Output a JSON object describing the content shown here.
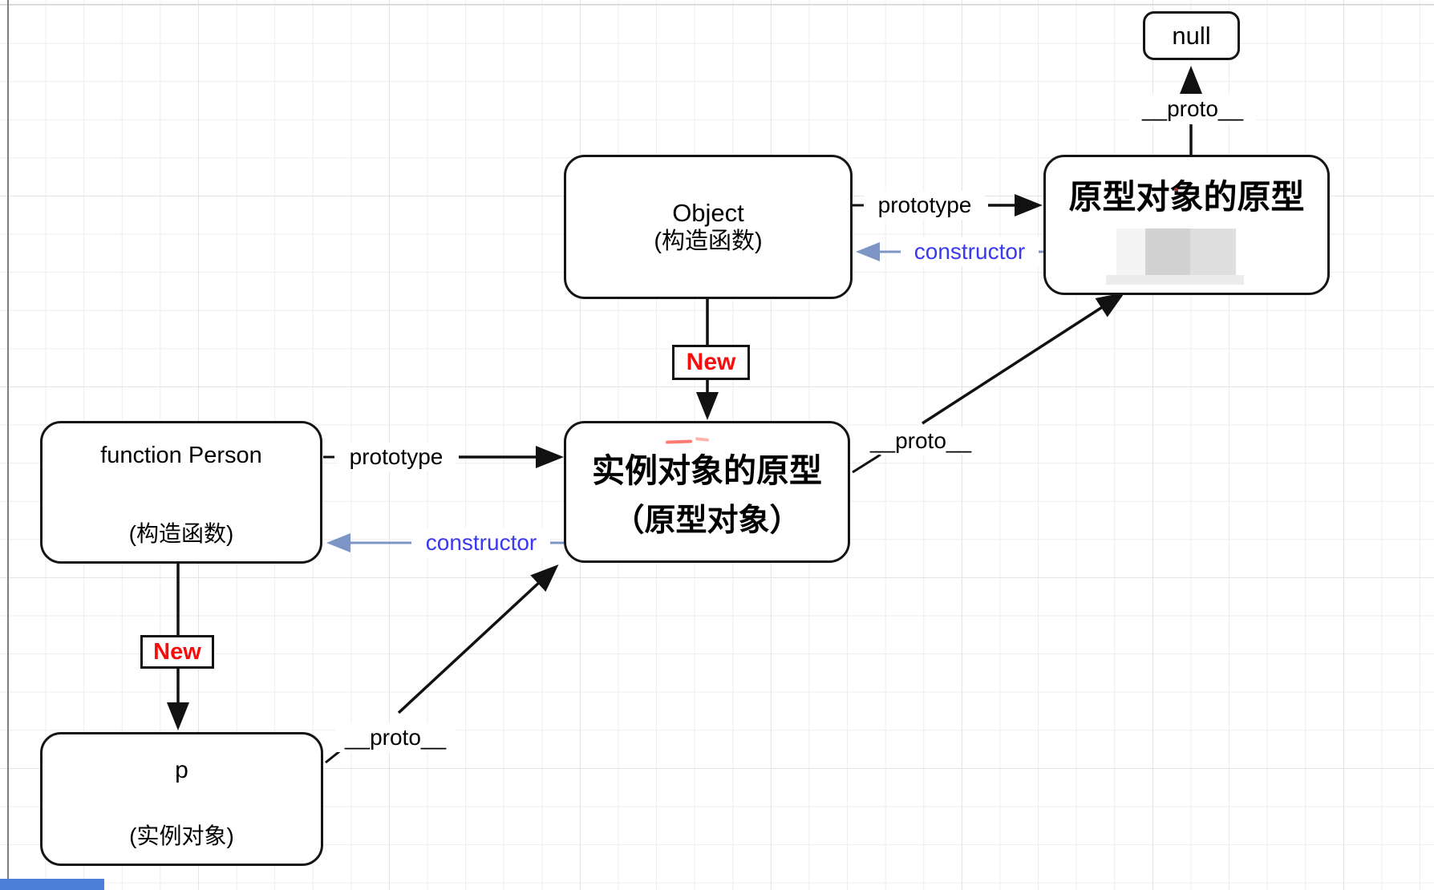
{
  "nodes": {
    "null_box": {
      "label": "null"
    },
    "prototype_of_prototype": {
      "title": "原型对象的原型"
    },
    "object_box": {
      "name": "Object",
      "subtitle": "(构造函数)"
    },
    "function_person": {
      "name": "function Person",
      "subtitle": "(构造函数)"
    },
    "instance_prototype": {
      "line1": "实例对象的原型",
      "line2": "（原型对象）"
    },
    "p_box": {
      "name": "p",
      "subtitle": "(实例对象)"
    }
  },
  "labels": {
    "proto_to_null": "__proto__",
    "prototype_top": "prototype",
    "constructor_top": "constructor",
    "new_top": "New",
    "proto_mid": "__proto__",
    "prototype_left": "prototype",
    "constructor_left": "constructor",
    "new_bottom": "New",
    "proto_bottom": "__proto__"
  },
  "colors": {
    "box_border": "#151515",
    "new_red": "#f60d0d",
    "constructor_text_blue": "#3939ee",
    "constructor_arrow_blue": "#7d95c4",
    "grid_line": "#ededed",
    "bottom_bar_blue": "#4b7fd7"
  }
}
